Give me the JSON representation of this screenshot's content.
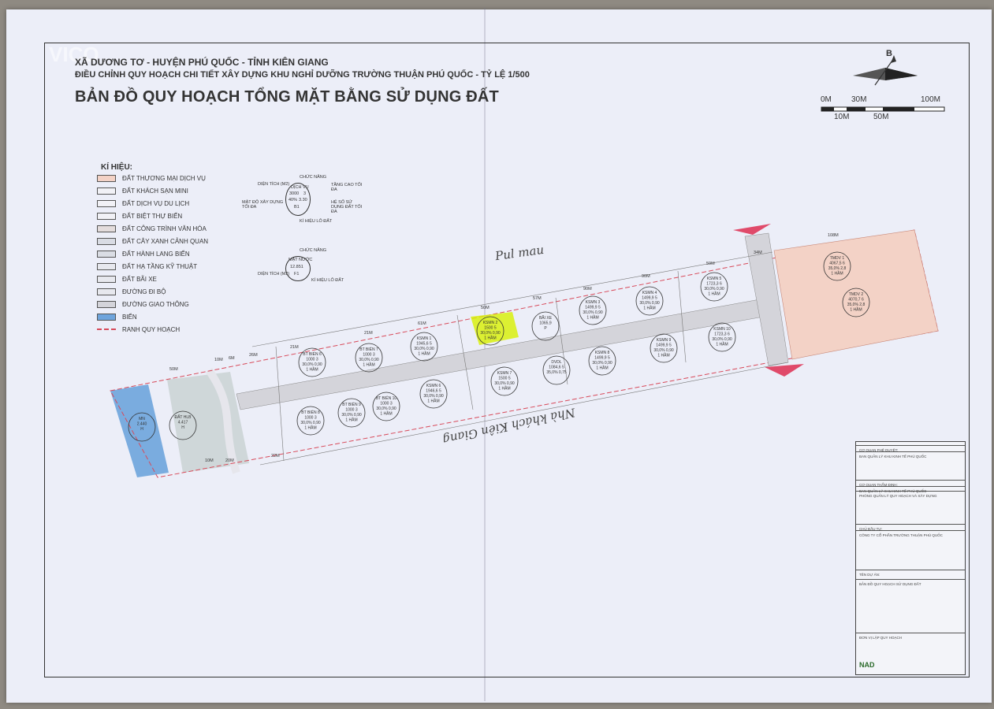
{
  "header": {
    "line1": "XÃ DƯƠNG TƠ - HUYỆN PHÚ QUỐC - TỈNH KIÊN GIANG",
    "line2": "ĐIỀU CHỈNH QUY HOẠCH CHI TIẾT XÂY DỰNG KHU  NGHỈ DƯỠNG TRƯỜNG THUẬN PHÚ QUỐC - TỶ LỆ 1/500",
    "title": "BẢN ĐỒ QUY HOẠCH TỔNG MẶT BẰNG SỬ DỤNG ĐẤT",
    "watermark": "VICO"
  },
  "north": "B",
  "scale": {
    "top": [
      "0M",
      "30M",
      "100M"
    ],
    "bottom": [
      "10M",
      "50M"
    ]
  },
  "legend": {
    "title": "KÍ HIỆU:",
    "items": [
      {
        "label": "ĐẤT THƯƠNG MẠI DỊCH VỤ",
        "color": "#f3d2c6"
      },
      {
        "label": "ĐẤT KHÁCH SẠN MINI",
        "color": "#f1f1f6"
      },
      {
        "label": "ĐẤT DỊCH VỤ DU LỊCH",
        "color": "#f1f1f6"
      },
      {
        "label": "ĐẤT BIỆT THỰ BIỂN",
        "color": "#f1f1f6"
      },
      {
        "label": "ĐẤT CÔNG TRÌNH VĂN HÓA",
        "color": "#e3dcdc"
      },
      {
        "label": "ĐẤT CÂY XANH CẢNH QUAN",
        "color": "#d9dce4"
      },
      {
        "label": "ĐẤT HÀNH LANG BIỂN",
        "color": "#dadde4"
      },
      {
        "label": "ĐẤT HẠ TẦNG KỸ THUẬT",
        "color": "#e7e8ee"
      },
      {
        "label": "ĐẤT BÃI XE",
        "color": "#e7e8ee"
      },
      {
        "label": "ĐƯỜNG ĐI BỘ",
        "color": "#e7e8ee"
      },
      {
        "label": "ĐƯỜNG GIAO THÔNG",
        "color": "#d4d4da"
      },
      {
        "label": "BIỂN",
        "color": "#6ea4dc"
      },
      {
        "label": "RANH QUY HOẠCH",
        "color": "#d84a5a"
      }
    ]
  },
  "sample1": {
    "top_label": "CHỨC NĂNG",
    "left_label": "DIỆN TÍCH (M2)",
    "right_top": "TẦNG CAO TỐI ĐA",
    "left_bottom": "MẬT ĐỘ XÂY DỰNG TỐI ĐA",
    "right_bottom": "HỆ SỐ SỬ DỤNG ĐẤT TỐI ĐA",
    "bottom_label": "KÍ HIỆU LÔ ĐẤT",
    "c_func": "DỊCH VỤ",
    "c_area": "3000",
    "c_floors": "3",
    "c_density": "40%",
    "c_far": "3.30",
    "c_code": "B1"
  },
  "sample2": {
    "top_label": "CHỨC NĂNG",
    "left_label": "DIỆN TÍCH (M2)",
    "bottom_label": "KÍ HIỆU LÔ ĐẤT",
    "c_func": "MẶT NƯỚC",
    "c_area": "12.851",
    "c_code": "F1"
  },
  "lots": [
    {
      "name": "KSMN 2",
      "a": "1500  5",
      "b": "30,0% 0,90",
      "c": "1 HẦM"
    },
    {
      "name": "BÃI XE",
      "a": "1065,9",
      "b": "P",
      "c": ""
    },
    {
      "name": "KSMN 3",
      "a": "1499,9  5",
      "b": "30,0% 0,90",
      "c": "1 HẦM"
    },
    {
      "name": "KSMN 4",
      "a": "1499,9  5",
      "b": "30,0% 0,90",
      "c": "1 HẦM"
    },
    {
      "name": "KSMN 5",
      "a": "1723,3  6",
      "b": "30,0% 0,90",
      "c": "1 HẦM"
    },
    {
      "name": "TMDV 1",
      "a": "4067,5  6",
      "b": "35,0% 2,8",
      "c": "1 HẦM"
    },
    {
      "name": "TMDV 2",
      "a": "4070,7  6",
      "b": "35,0% 2,8",
      "c": "1 HẦM"
    },
    {
      "name": "KSMN 1",
      "a": "1945,6  5",
      "b": "30,0% 0,90",
      "c": "1 HẦM"
    },
    {
      "name": "BT BIỂN 6",
      "a": "1000  3",
      "b": "30,0% 0,90",
      "c": "1 HẦM"
    },
    {
      "name": "BT BIỂN 7",
      "a": "1000  3",
      "b": "30,0% 0,90",
      "c": "1 HẦM"
    },
    {
      "name": "KSMN 6",
      "a": "1946,6  5",
      "b": "30,0% 0,90",
      "c": "1 HẦM"
    },
    {
      "name": "KSMN 7",
      "a": "1500  5",
      "b": "30,0% 0,90",
      "c": "1 HẦM"
    },
    {
      "name": "DVDL",
      "a": "1084,6  5",
      "b": "35,0% 0,75",
      "c": ""
    },
    {
      "name": "KSMN 8",
      "a": "1499,9  5",
      "b": "30,0% 0,90",
      "c": "1 HẦM"
    },
    {
      "name": "KSMN 9",
      "a": "1499,9  5",
      "b": "30,0% 0,90",
      "c": "1 HẦM"
    },
    {
      "name": "KSMN 10",
      "a": "1723,3  6",
      "b": "30,0% 0,90",
      "c": "1 HẦM"
    },
    {
      "name": "BT BIỂN 8",
      "a": "1000  3",
      "b": "30,0% 0,90",
      "c": "1 HẦM"
    },
    {
      "name": "BT BIỂN 9",
      "a": "1000  3",
      "b": "30,0% 0,90",
      "c": "1 HẦM"
    },
    {
      "name": "BT BIỂN 10",
      "a": "1000  3",
      "b": "30,0% 0,90",
      "c": "1 HẦM"
    },
    {
      "name": "MN",
      "a": "2.440",
      "b": "H",
      "c": ""
    },
    {
      "name": "ĐẤT HLB",
      "a": "4.417",
      "b": "H",
      "c": ""
    }
  ],
  "dims": [
    "50M",
    "10M",
    "6M",
    "26M",
    "21M",
    "21M",
    "61M",
    "50M",
    "57M",
    "90M",
    "90M",
    "59M",
    "108M",
    "34M",
    "22M",
    "10M",
    "20M"
  ],
  "handwriting": [
    "Pul mau",
    "Nhà khách Kiên Giang"
  ],
  "titleblock": {
    "lines": [
      "CƠ QUAN PHÊ DUYỆT:",
      "BAN QUẢN LÝ KHU KINH TẾ PHÚ QUỐC",
      "CƠ QUAN THẨM ĐỊNH:",
      "BAN QUẢN LÝ KHU KINH TẾ PHÚ QUỐC",
      "PHÒNG QUẢN LÝ QUY HOẠCH VÀ XÂY DỰNG",
      "CHỦ ĐẦU TƯ:",
      "CÔNG TY CỔ PHẦN TRƯỜNG THUẬN PHÚ QUỐC",
      "TÊN DỰ ÁN:",
      "BẢN ĐỒ QUY HOẠCH SỬ DỤNG ĐẤT",
      "ĐƠN VỊ LẬP QUY HOẠCH"
    ],
    "logo": "NAD"
  }
}
